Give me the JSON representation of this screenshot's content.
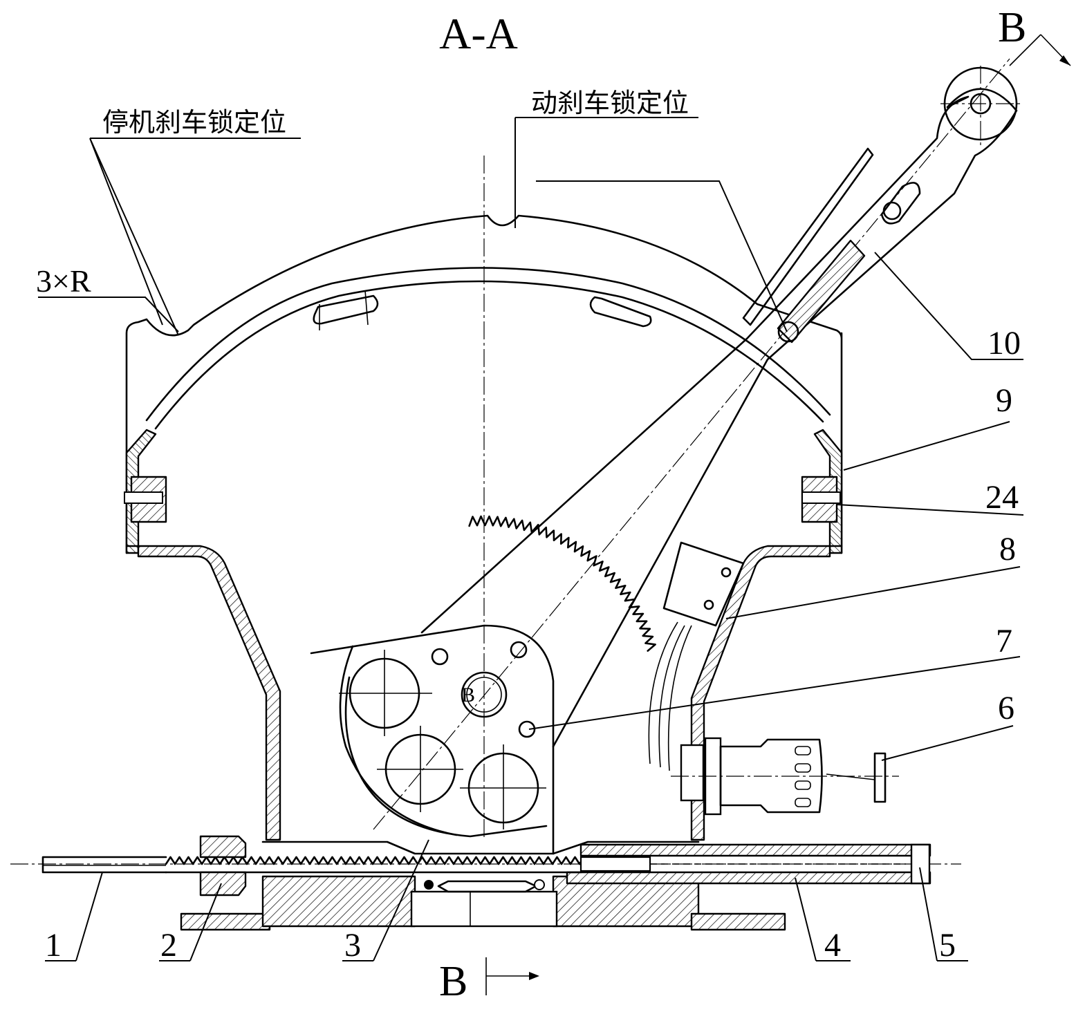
{
  "title": "A-A",
  "section_marks": {
    "top": "B",
    "bottom": "B"
  },
  "notes": {
    "parking_lock": "停机刹车锁定位",
    "moving_lock": "动刹车锁定位",
    "radius": "3×R"
  },
  "pivot_label": "B",
  "callouts": [
    "1",
    "2",
    "3",
    "4",
    "5",
    "6",
    "7",
    "8",
    "9",
    "10",
    "24"
  ]
}
